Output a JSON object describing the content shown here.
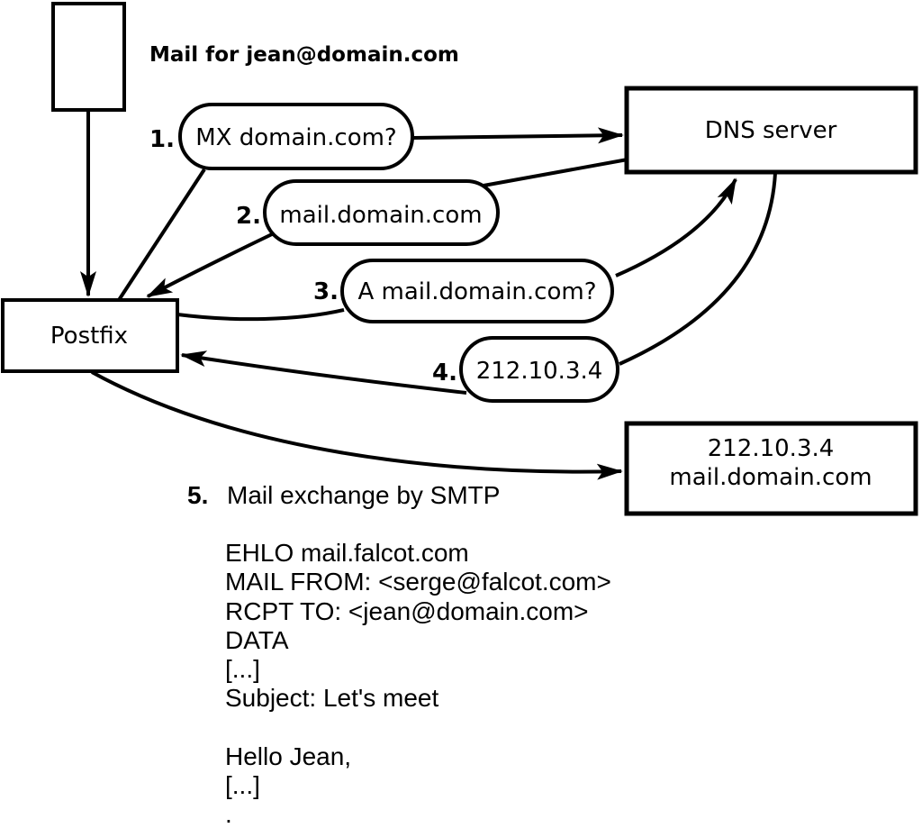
{
  "diagram": {
    "title": "Mail for jean@domain.com",
    "nodes": {
      "postfix": {
        "label": "Postfix"
      },
      "dns_server": {
        "label": "DNS server"
      },
      "mail_server": {
        "line1": "212.10.3.4",
        "line2": "mail.domain.com"
      }
    },
    "steps": [
      {
        "num": "1.",
        "label": "MX domain.com?"
      },
      {
        "num": "2.",
        "label": "mail.domain.com"
      },
      {
        "num": "3.",
        "label": "A mail.domain.com?"
      },
      {
        "num": "4.",
        "label": "212.10.3.4"
      },
      {
        "num": "5.",
        "label": "Mail exchange by SMTP"
      }
    ],
    "smtp_session": {
      "lines": [
        "EHLO mail.falcot.com",
        "MAIL FROM: <serge@falcot.com>",
        "RCPT TO: <jean@domain.com>",
        "DATA",
        "[...]",
        "Subject: Let's meet",
        "",
        "Hello Jean,",
        "[...]",
        "."
      ]
    }
  }
}
